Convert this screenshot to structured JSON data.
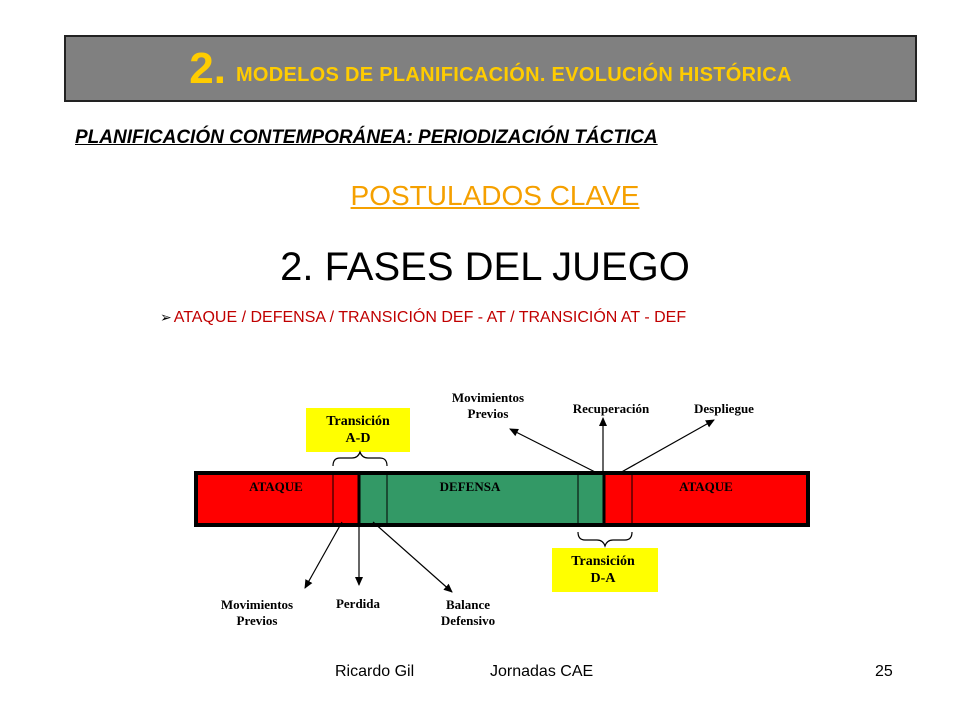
{
  "header": {
    "number": "2.",
    "title": "MODELOS DE PLANIFICACIÓN. EVOLUCIÓN HISTÓRICA"
  },
  "subtitle": "PLANIFICACIÓN  CONTEMPORÁNEA:  PERIODIZACIÓN TÁCTICA",
  "section": "POSTULADOS CLAVE",
  "heading": "2. FASES DEL JUEGO",
  "bullet": "ATAQUE / DEFENSA / TRANSICIÓN DEF - AT / TRANSICIÓN AT - DEF",
  "diagram": {
    "bar": {
      "left": "ATAQUE",
      "middle": "DEFENSA",
      "right": "ATAQUE"
    },
    "box_ad": [
      "Transición",
      "A-D"
    ],
    "box_da": [
      "Transición",
      "D-A"
    ],
    "top_labels": {
      "movimientos": [
        "Movimientos",
        "Previos"
      ],
      "recuperacion": "Recuperación",
      "despliegue": "Despliegue"
    },
    "bottom_labels": {
      "movimientos": [
        "Movimientos",
        "Previos"
      ],
      "perdida": "Perdida",
      "balance": [
        "Balance",
        "Defensivo"
      ]
    },
    "colors": {
      "red": "#ff0000",
      "green": "#339966",
      "yellow": "#ffff00"
    }
  },
  "footer": {
    "author": "Ricardo Gil",
    "event": "Jornadas CAE",
    "page": "25"
  }
}
